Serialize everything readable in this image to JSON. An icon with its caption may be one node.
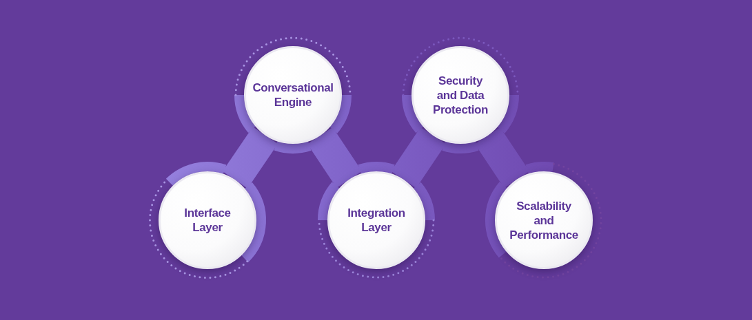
{
  "diagram": {
    "nodes": [
      {
        "text": [
          "Interface Layer"
        ]
      },
      {
        "text": [
          "Conversational Engine"
        ]
      },
      {
        "text": [
          "Integration Layer"
        ]
      },
      {
        "text": [
          "Security and Data Protection"
        ]
      },
      {
        "text": [
          "Scalability and Performance"
        ]
      }
    ],
    "edges": [
      {
        "from": 0,
        "to": 1,
        "arrow": "none"
      },
      {
        "from": 1,
        "to": 2,
        "arrow": "none"
      },
      {
        "from": 2,
        "to": 3,
        "arrow": "none"
      },
      {
        "from": 3,
        "to": 4,
        "arrow": "none"
      }
    ]
  }
}
